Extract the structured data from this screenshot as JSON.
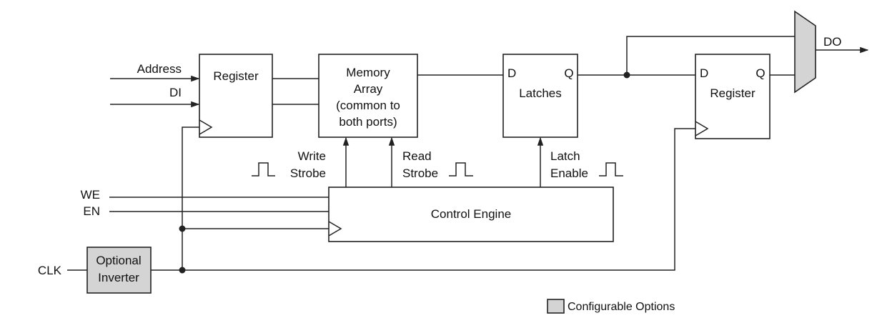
{
  "inputs": {
    "address": "Address",
    "di": "DI",
    "we": "WE",
    "en": "EN",
    "clk": "CLK"
  },
  "output": {
    "do": "DO"
  },
  "blocks": {
    "input_register": "Register",
    "memory_array": [
      "Memory",
      "Array",
      "(common to",
      "both ports)"
    ],
    "latches": {
      "title": "Latches",
      "d": "D",
      "q": "Q"
    },
    "output_register": {
      "title": "Register",
      "d": "D",
      "q": "Q"
    },
    "control_engine": "Control Engine",
    "optional_inverter": [
      "Optional",
      "Inverter"
    ]
  },
  "strobes": {
    "write": [
      "Write",
      "Strobe"
    ],
    "read": [
      "Read",
      "Strobe"
    ],
    "latch": [
      "Latch",
      "Enable"
    ]
  },
  "legend": {
    "configurable_options": "Configurable Options"
  },
  "colors": {
    "configurable_fill": "#d4d4d4",
    "line": "#222222"
  }
}
